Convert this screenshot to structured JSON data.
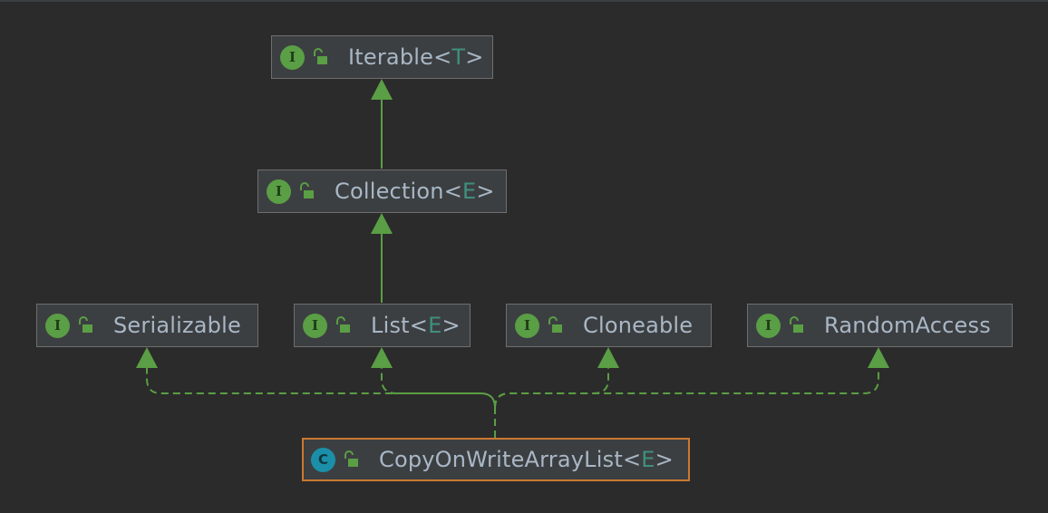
{
  "diagram": {
    "nodes": {
      "iterable": {
        "kind_letter": "I",
        "name": "Iterable",
        "open": "<",
        "param": "T",
        "close": ">"
      },
      "collection": {
        "kind_letter": "I",
        "name": "Collection",
        "open": "<",
        "param": "E",
        "close": ">"
      },
      "serializable": {
        "kind_letter": "I",
        "name": "Serializable"
      },
      "list": {
        "kind_letter": "I",
        "name": "List",
        "open": "<",
        "param": "E",
        "close": ">"
      },
      "cloneable": {
        "kind_letter": "I",
        "name": "Cloneable"
      },
      "randomaccess": {
        "kind_letter": "I",
        "name": "RandomAccess"
      },
      "copyonwrite": {
        "kind_letter": "C",
        "name": "CopyOnWriteArrayList",
        "open": "<",
        "param": "E",
        "close": ">"
      }
    },
    "colors": {
      "background": "#2b2b2b",
      "node_fill": "#3c3f41",
      "node_border": "#6e6e6e",
      "selected_border": "#cc7832",
      "interface_badge": "#5a9e45",
      "class_badge": "#1b8fa8",
      "edge": "#5a9e45",
      "text": "#a9b7c6",
      "type_param": "#3f8f7f"
    }
  }
}
